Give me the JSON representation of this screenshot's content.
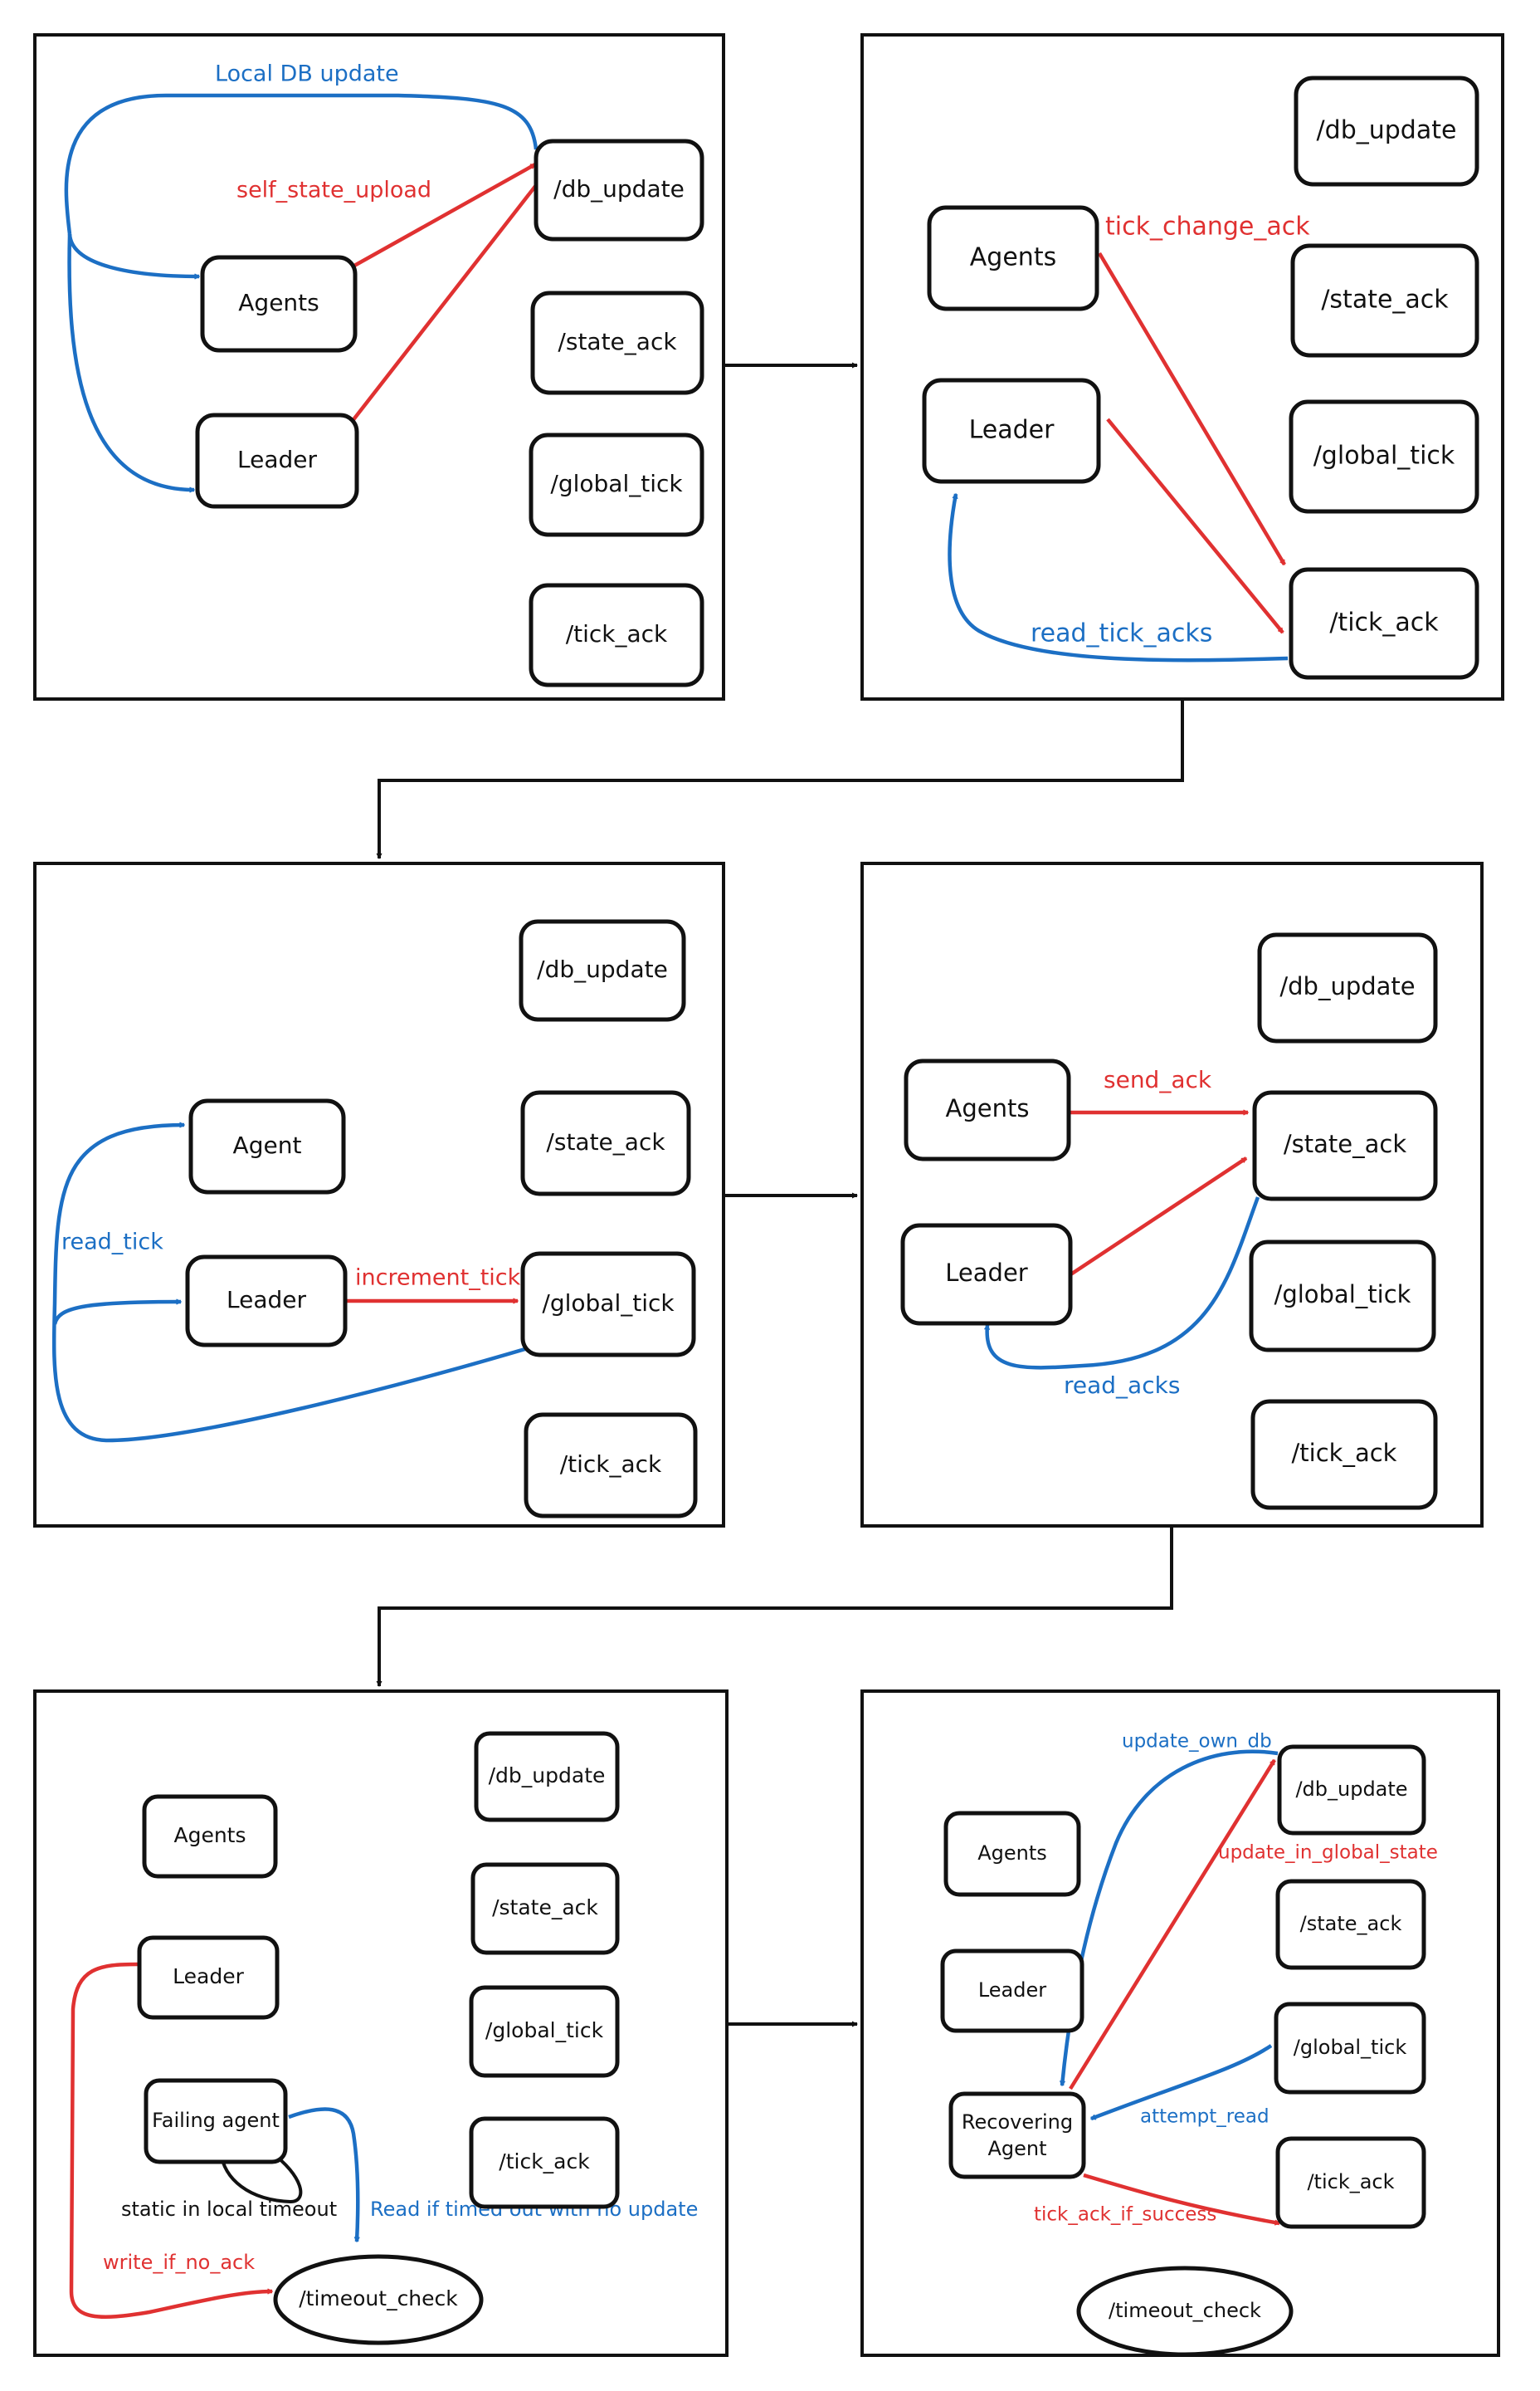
{
  "colors": {
    "red": "#e03131",
    "blue": "#1c6fc4",
    "black": "#111111"
  },
  "panel1": {
    "nodes": {
      "agents": "Agents",
      "leader": "Leader",
      "db_update": "/db_update",
      "state_ack": "/state_ack",
      "global_tick": "/global_tick",
      "tick_ack": "/tick_ack"
    },
    "labels": {
      "local_db_update": "Local DB update",
      "self_state_upload": "self_state_upload"
    }
  },
  "panel2": {
    "nodes": {
      "agents": "Agents",
      "leader": "Leader",
      "db_update": "/db_update",
      "state_ack": "/state_ack",
      "global_tick": "/global_tick",
      "tick_ack": "/tick_ack"
    },
    "labels": {
      "tick_change_ack": "tick_change_ack",
      "read_tick_acks": "read_tick_acks"
    }
  },
  "panel3": {
    "nodes": {
      "agent": "Agent",
      "leader": "Leader",
      "db_update": "/db_update",
      "state_ack": "/state_ack",
      "global_tick": "/global_tick",
      "tick_ack": "/tick_ack"
    },
    "labels": {
      "read_tick": "read_tick",
      "increment_tick": "increment_tick"
    }
  },
  "panel4": {
    "nodes": {
      "agents": "Agents",
      "leader": "Leader",
      "db_update": "/db_update",
      "state_ack": "/state_ack",
      "global_tick": "/global_tick",
      "tick_ack": "/tick_ack"
    },
    "labels": {
      "send_ack": "send_ack",
      "read_acks": "read_acks"
    }
  },
  "panel5": {
    "nodes": {
      "agents": "Agents",
      "leader": "Leader",
      "failing_agent": "Failing agent",
      "db_update": "/db_update",
      "state_ack": "/state_ack",
      "global_tick": "/global_tick",
      "tick_ack": "/tick_ack",
      "timeout_check": "/timeout_check"
    },
    "labels": {
      "static_in_local_timeout": "static in local timeout",
      "read_if_timed_out": "Read if timed out with no update",
      "write_if_no_ack": "write_if_no_ack"
    }
  },
  "panel6": {
    "nodes": {
      "agents": "Agents",
      "leader": "Leader",
      "recovering_agent_line1": "Recovering",
      "recovering_agent_line2": "Agent",
      "db_update": "/db_update",
      "state_ack": "/state_ack",
      "global_tick": "/global_tick",
      "tick_ack": "/tick_ack",
      "timeout_check": "/timeout_check"
    },
    "labels": {
      "update_own_db": "update_own_db",
      "update_in_global_state": "update_in_global_state",
      "attempt_read": "attempt_read",
      "tick_ack_if_success": "tick_ack_if_success"
    }
  }
}
